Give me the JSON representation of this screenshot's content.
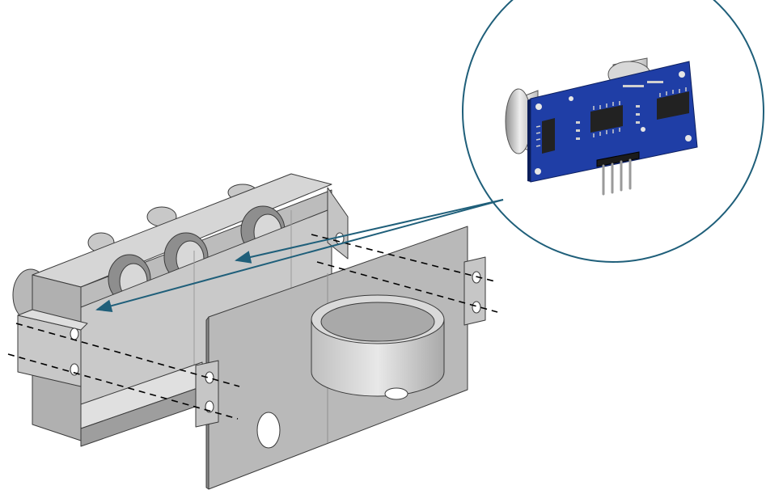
{
  "diagram": {
    "type": "exploded-assembly",
    "parts": [
      {
        "id": "housing",
        "icon": "sensor-housing"
      },
      {
        "id": "front-plate",
        "icon": "front-plate-with-cup"
      },
      {
        "id": "ultrasonic-sensor",
        "icon": "hc-sr04-module"
      }
    ],
    "callout": {
      "shape": "circle",
      "stroke": "#1f5f7a",
      "target": "ultrasonic-sensor"
    },
    "colors": {
      "part_light": "#d2d2d2",
      "part_mid": "#bdbdbd",
      "part_dark": "#8d8d8d",
      "outline": "#3a3a3a",
      "pcb_blue": "#1f3ea6",
      "arrow": "#1f5f7a",
      "dashed_axis": "#000000"
    },
    "leaders": {
      "style": "dashed",
      "count": 4
    },
    "arrows": {
      "count": 2
    }
  }
}
